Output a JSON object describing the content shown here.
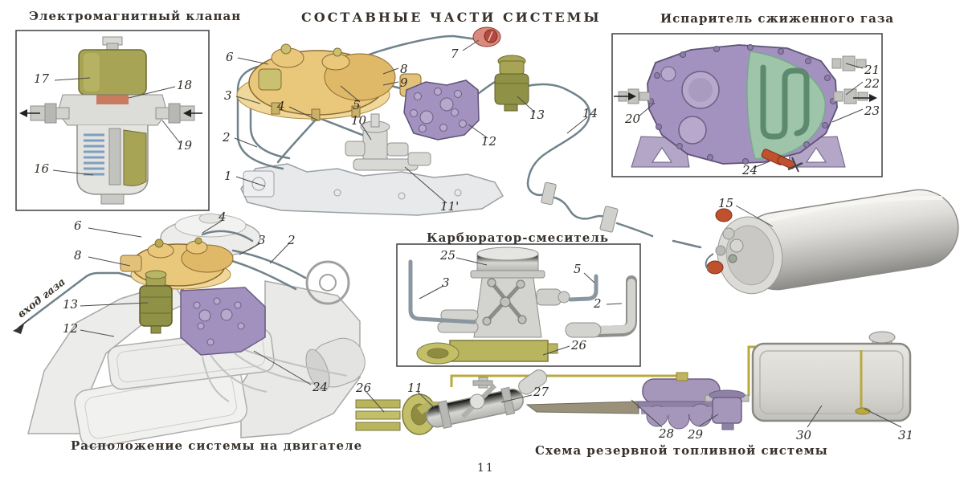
{
  "page_number": "11",
  "colors": {
    "reducer_yellow": "#e9c87c",
    "olive_green": "#8f9147",
    "component_purple": "#a392bf",
    "serpentine_green": "#9ec4aa",
    "valve_red": "#c0512e",
    "pipe_gray": "#70828a",
    "fuel_line_olive": "#b9a93e",
    "ink": "#38322b"
  },
  "sections": {
    "solenoid_valve": {
      "title": "Электромагнитный клапан",
      "labels": {
        "n17": "17",
        "n18": "18",
        "n19": "19",
        "n16": "16"
      }
    },
    "system_components": {
      "title": "СОСТАВНЫЕ ЧАСТИ СИСТЕМЫ",
      "labels": {
        "n1": "1",
        "n2": "2",
        "n3": "3",
        "n4": "4",
        "n5": "5",
        "n6": "6",
        "n7": "7",
        "n8": "8",
        "n9": "9",
        "n10": "10",
        "n11p": "11'",
        "n12": "12",
        "n13": "13",
        "n14": "14"
      }
    },
    "evaporator": {
      "title": "Испаритель сжиженного газа",
      "labels": {
        "n20": "20",
        "n21": "21",
        "n22": "22",
        "n23": "23",
        "n24": "24"
      }
    },
    "gas_cylinder": {
      "labels": {
        "n15": "15"
      }
    },
    "engine_layout": {
      "caption": "Расположение системы на двигателе",
      "gas_inlet": "вход газа",
      "labels": {
        "n6": "6",
        "n4": "4",
        "n3": "3",
        "n2": "2",
        "n8": "8",
        "n13": "13",
        "n12": "12",
        "n24": "24"
      }
    },
    "carburetor_mixer": {
      "title": "Карбюратор-смеситель",
      "labels": {
        "n25": "25",
        "n3": "3",
        "n5": "5",
        "n2": "2",
        "n26": "26"
      }
    },
    "reserve_fuel": {
      "caption": "Схема резервной топливной системы",
      "labels": {
        "n26": "26",
        "n11": "11",
        "n27": "27",
        "n28": "28",
        "n29": "29",
        "n30": "30",
        "n31": "31"
      }
    }
  }
}
